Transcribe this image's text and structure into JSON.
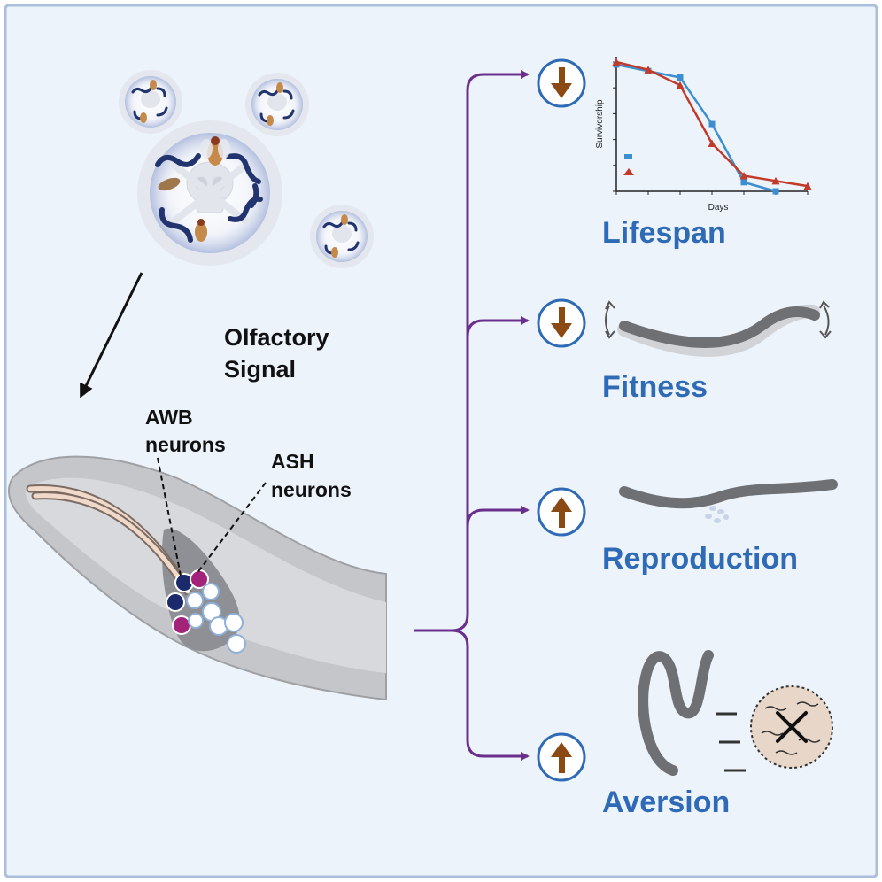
{
  "colors": {
    "panel_bg": "#edf3fb",
    "panel_border": "#a9bfdc",
    "bracket": "#6a2f8c",
    "icon_ring": "#2e6ab5",
    "arrow_fill": "#8b4a14",
    "outcome_text": "#2e6ab5",
    "series_blue": "#3b8fd1",
    "series_red": "#c23a2a",
    "awb_neuron": "#1b2a6b",
    "ash_neuron": "#a3237a"
  },
  "labels": {
    "olfactory_line1": "Olfactory",
    "olfactory_line2": "Signal",
    "awb_line1": "AWB",
    "awb_line2": "neurons",
    "ash_line1": "ASH",
    "ash_line2": "neurons"
  },
  "outcomes": [
    {
      "name": "Lifespan",
      "direction": "down",
      "icon": "arrow-down-icon"
    },
    {
      "name": "Fitness",
      "direction": "down",
      "icon": "arrow-down-icon"
    },
    {
      "name": "Reproduction",
      "direction": "up",
      "icon": "arrow-up-icon"
    },
    {
      "name": "Aversion",
      "direction": "up",
      "icon": "arrow-up-icon"
    }
  ],
  "chart_data": {
    "type": "line",
    "xlabel": "Days",
    "ylabel": "Survivorship",
    "xlim": [
      0,
      6
    ],
    "ylim": [
      0,
      1
    ],
    "series": [
      {
        "color": "#3b8fd1",
        "marker": "square",
        "x": [
          0,
          1,
          2,
          3,
          4,
          5
        ],
        "y": [
          0.98,
          0.93,
          0.88,
          0.52,
          0.07,
          0.0
        ]
      },
      {
        "color": "#c23a2a",
        "marker": "triangle",
        "x": [
          0,
          1,
          2,
          3,
          4,
          5,
          6
        ],
        "y": [
          1.0,
          0.94,
          0.82,
          0.37,
          0.12,
          0.08,
          0.04
        ]
      }
    ]
  }
}
